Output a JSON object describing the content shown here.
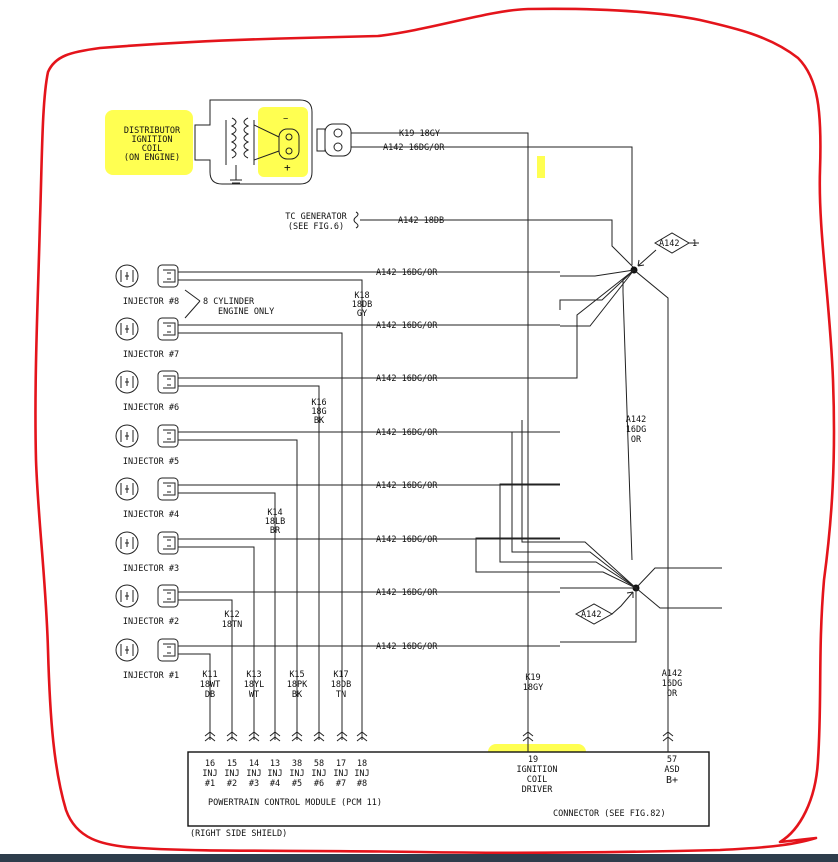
{
  "coil": {
    "label_lines": [
      "DISTRIBUTOR",
      "IGNITION",
      "COIL",
      "(ON ENGINE)"
    ],
    "minus": "−",
    "plus": "+"
  },
  "coil_wires": [
    {
      "text": "K19  18GY"
    },
    {
      "text": "A142  16DG/OR"
    }
  ],
  "tc_generator": {
    "lines": [
      "TC GENERATOR",
      "(SEE FIG.6)"
    ],
    "wire": "A142  18DB"
  },
  "splice_top": {
    "text": "A142",
    "num": "1"
  },
  "splice_bottom": {
    "text": "A142"
  },
  "trunk_label": [
    "A142",
    "16DG",
    "OR"
  ],
  "eight_cyl_note": [
    "8 CYLINDER",
    "ENGINE ONLY"
  ],
  "injectors": [
    {
      "name": "INJECTOR #8",
      "wire": "A142  16DG/OR"
    },
    {
      "name": "INJECTOR #7",
      "wire": "A142  16DG/OR"
    },
    {
      "name": "INJECTOR #6",
      "wire": "A142  16DG/OR"
    },
    {
      "name": "INJECTOR #5",
      "wire": "A142  16DG/OR"
    },
    {
      "name": "INJECTOR #4",
      "wire": "A142  16DG/OR"
    },
    {
      "name": "INJECTOR #3",
      "wire": "A142  16DG/OR"
    },
    {
      "name": "INJECTOR #2",
      "wire": "A142  16DG/OR"
    },
    {
      "name": "INJECTOR #1",
      "wire": "A142  16DG/OR"
    }
  ],
  "circuit_labels": {
    "k18": [
      "K18",
      "18DB",
      "GY"
    ],
    "k16": [
      "K16",
      "18G",
      "BK"
    ],
    "k14": [
      "K14",
      "18LB",
      "BR"
    ],
    "k12": [
      "K12",
      "18TN"
    ],
    "k11": [
      "K11",
      "18WT",
      "DB"
    ],
    "k13": [
      "K13",
      "18YL",
      "WT"
    ],
    "k15": [
      "K15",
      "18PK",
      "BK"
    ],
    "k17": [
      "K17",
      "18DB",
      "TN"
    ],
    "k19": [
      "K19",
      "18GY"
    ],
    "a142": [
      "A142",
      "16DG",
      "OR"
    ]
  },
  "pcm": {
    "title": "POWERTRAIN CONTROL MODULE (PCM 11)",
    "connector": "CONNECTOR  (SEE FIG.82)",
    "shield": "(RIGHT SIDE SHIELD)",
    "pins": [
      {
        "num": "16",
        "l2": "INJ",
        "l3": "#1"
      },
      {
        "num": "15",
        "l2": "INJ",
        "l3": "#2"
      },
      {
        "num": "14",
        "l2": "INJ",
        "l3": "#3"
      },
      {
        "num": "13",
        "l2": "INJ",
        "l3": "#4"
      },
      {
        "num": "38",
        "l2": "INJ",
        "l3": "#5"
      },
      {
        "num": "58",
        "l2": "INJ",
        "l3": "#6"
      },
      {
        "num": "17",
        "l2": "INJ",
        "l3": "#7"
      },
      {
        "num": "18",
        "l2": "INJ",
        "l3": "#8"
      }
    ],
    "coil_pin": [
      "19",
      "IGNITION",
      "COIL",
      "DRIVER"
    ],
    "asd_pin": [
      "57",
      "ASD",
      "B+"
    ]
  },
  "colors": {
    "highlight": "#ffff33",
    "markup": "#e4141b",
    "ink": "#111111"
  }
}
